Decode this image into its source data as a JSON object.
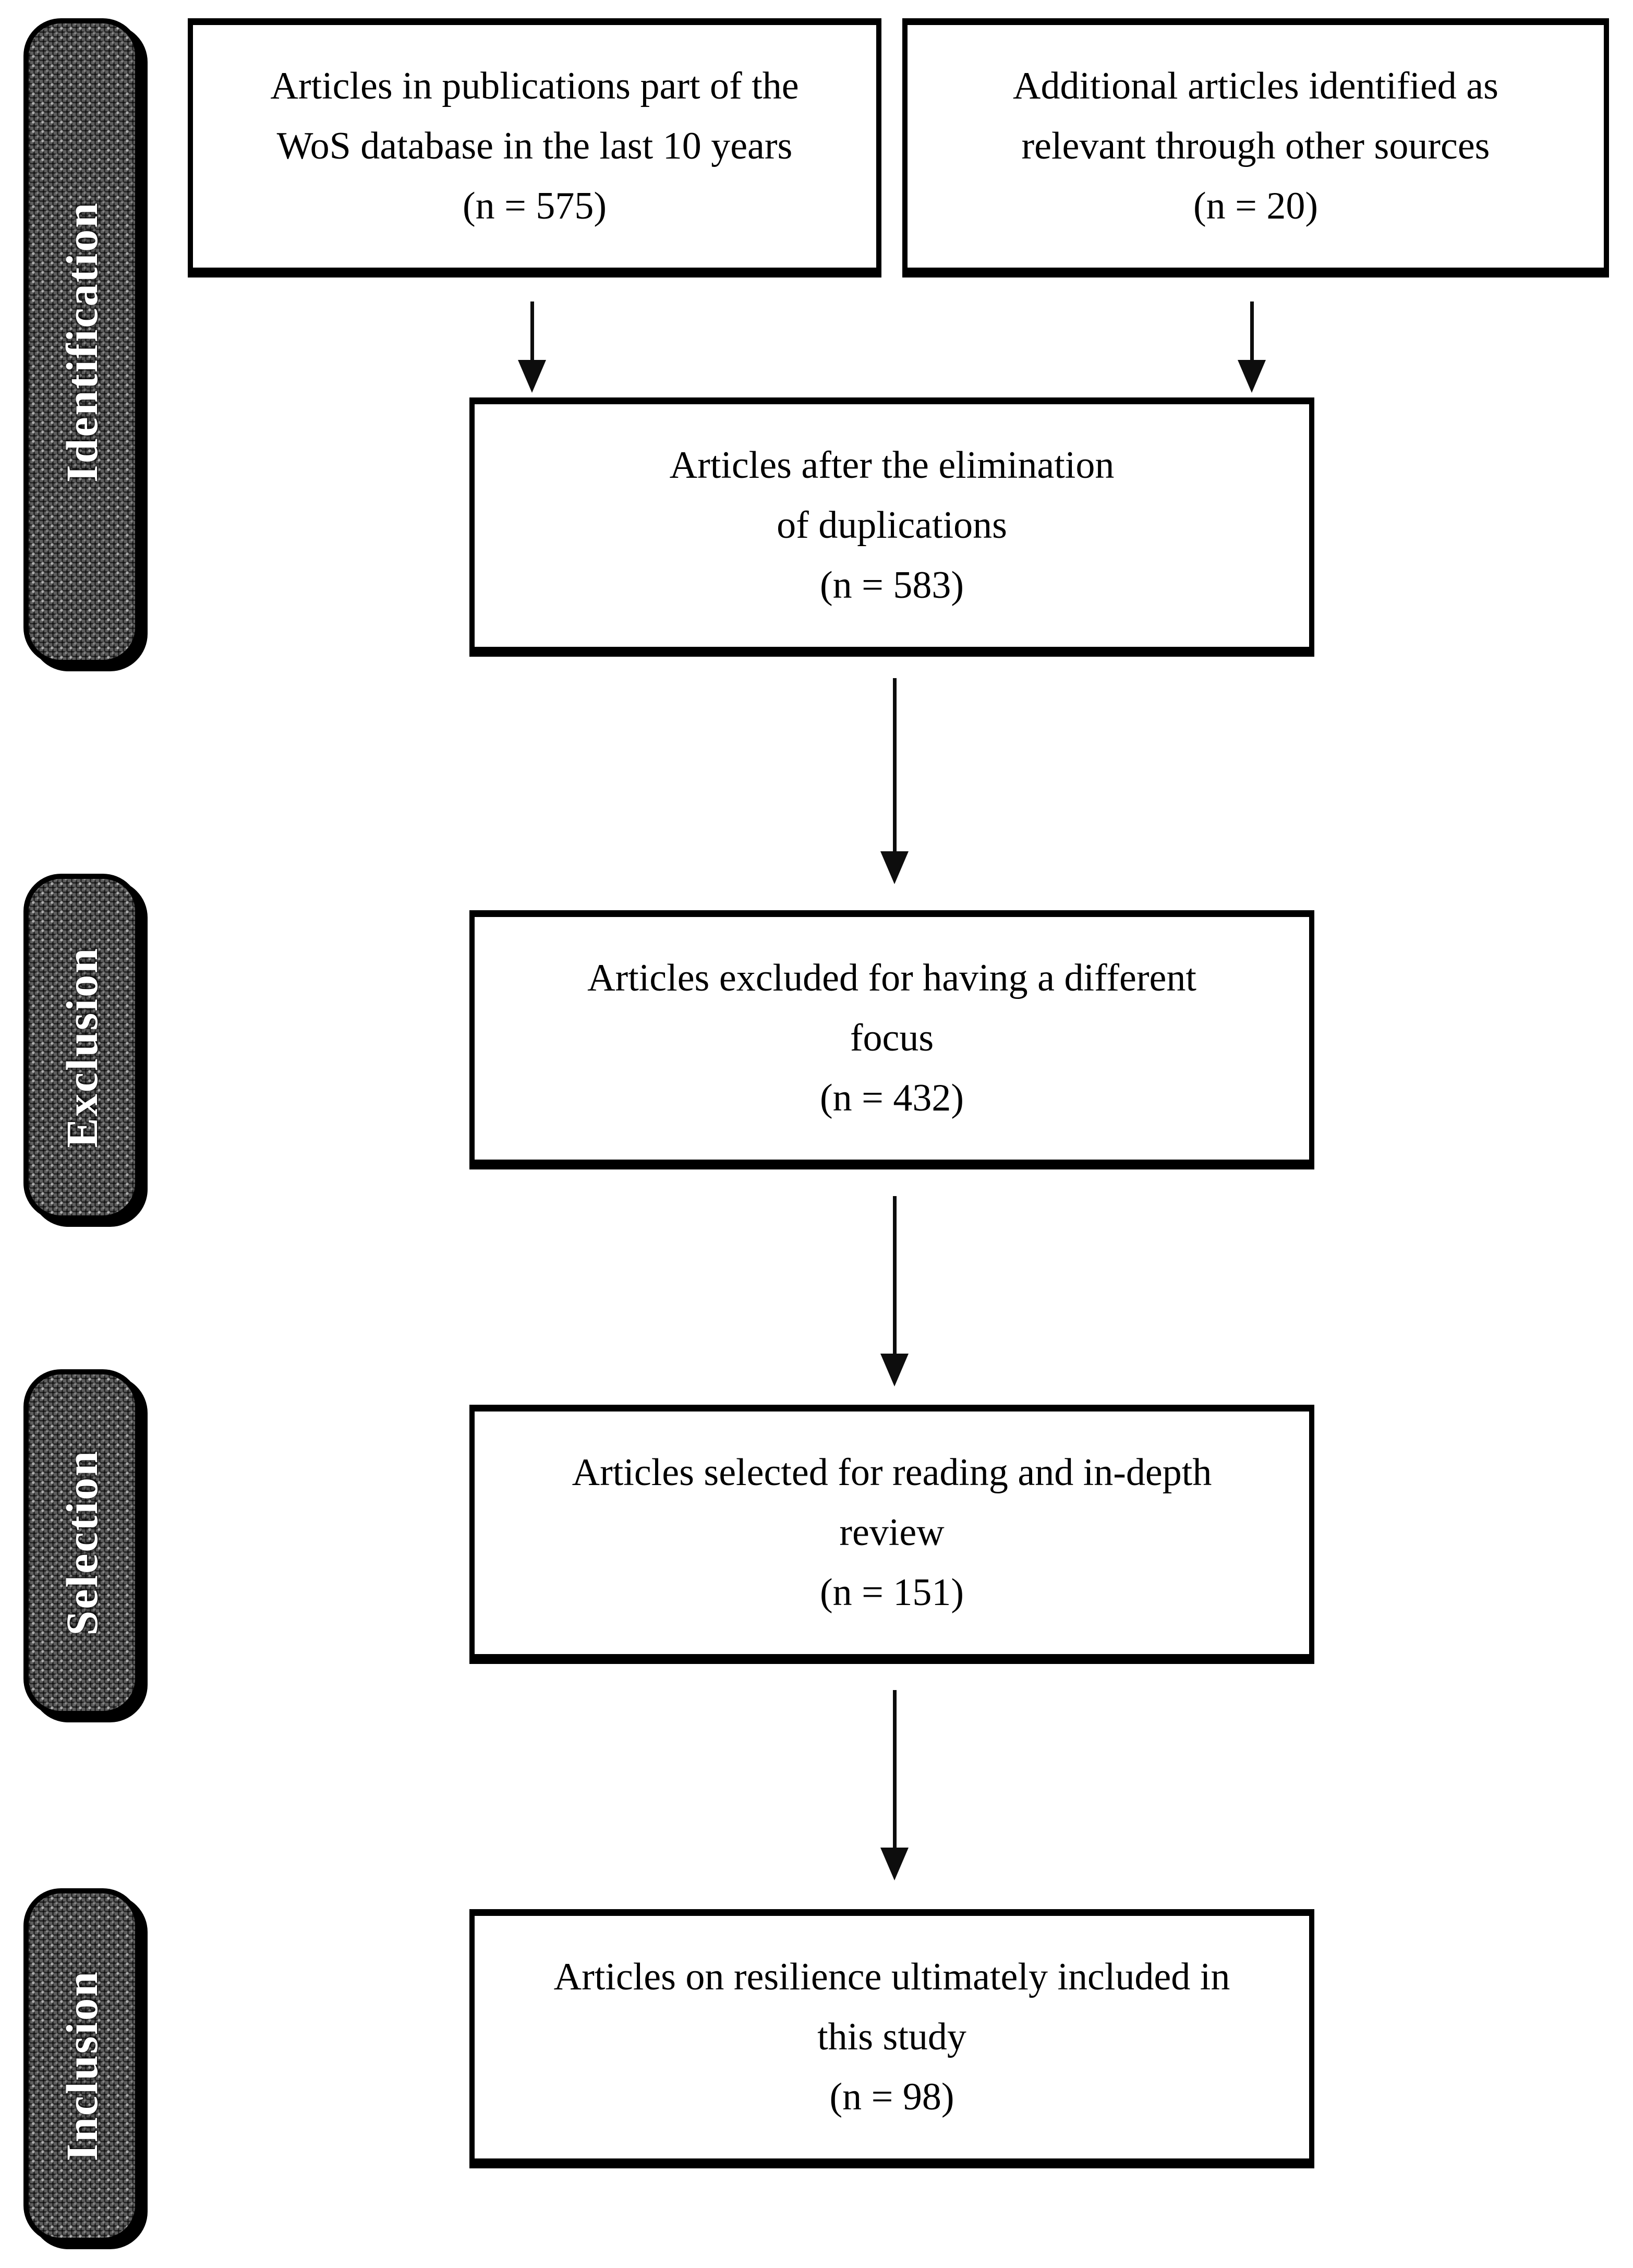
{
  "colors": {
    "background": "#ffffff",
    "box_border": "#000000",
    "box_text": "#000000",
    "stage_fill": "#5e5e5e",
    "stage_text": "#ffffff",
    "arrow": "#0d0d0d"
  },
  "sidebar": {
    "stages": {
      "identification": "Identification",
      "exclusion": "Exclusion",
      "selection": "Selection",
      "inclusion": "Inclusion"
    }
  },
  "flow": {
    "boxes": {
      "wos": {
        "line1": "Articles in publications part of the",
        "line2": "WoS database in the last 10 years",
        "count": "(n = 575)"
      },
      "other_sources": {
        "line1": "Additional articles identified as",
        "line2": "relevant through other sources",
        "count": "(n = 20)"
      },
      "deduplicated": {
        "line1": "Articles after the elimination",
        "line2": "of duplications",
        "count": "(n = 583)"
      },
      "excluded": {
        "line1": "Articles excluded for having a different",
        "line2": "focus",
        "count": "(n = 432)"
      },
      "selected": {
        "line1": "Articles selected for reading and in-depth",
        "line2": "review",
        "count": "(n = 151)"
      },
      "included": {
        "line1": "Articles on resilience ultimately included in",
        "line2": "this study",
        "count": "(n = 98)"
      }
    },
    "arrows": [
      {
        "from": "wos",
        "to": "deduplicated"
      },
      {
        "from": "other_sources",
        "to": "deduplicated"
      },
      {
        "from": "deduplicated",
        "to": "excluded"
      },
      {
        "from": "excluded",
        "to": "selected"
      },
      {
        "from": "selected",
        "to": "included"
      }
    ]
  }
}
